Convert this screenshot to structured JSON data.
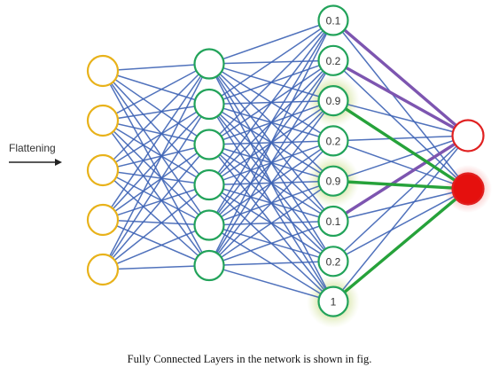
{
  "diagram": {
    "input_label": "Flattening",
    "caption": "Fully Connected Layers in the network is shown in fig.",
    "layers": [
      {
        "name": "input",
        "count": 5,
        "stroke": "#e8b21a",
        "values": []
      },
      {
        "name": "hidden",
        "count": 6,
        "stroke": "#22a35a",
        "values": []
      },
      {
        "name": "fc",
        "count": 8,
        "stroke": "#22a35a",
        "values": [
          "0.1",
          "0.2",
          "0.9",
          "0.2",
          "0.9",
          "0.1",
          "0.2",
          "1"
        ],
        "highlighted": [
          2,
          4,
          7
        ]
      },
      {
        "name": "output",
        "count": 2,
        "stroke": "#e02020",
        "filled": [
          1
        ]
      }
    ],
    "colors": {
      "edge": "#3d63b5",
      "highlight_edge": "#26a23a",
      "purple_edge": "#7d55b0",
      "glow": "#cfe19a",
      "output_fill": "#e5100e"
    },
    "special_edges": [
      {
        "from": 0,
        "to": 0,
        "kind": "purple"
      },
      {
        "from": 1,
        "to": 0,
        "kind": "purple"
      },
      {
        "from": 5,
        "to": 0,
        "kind": "purple"
      },
      {
        "from": 2,
        "to": 1,
        "kind": "green"
      },
      {
        "from": 4,
        "to": 1,
        "kind": "green"
      },
      {
        "from": 7,
        "to": 1,
        "kind": "green"
      }
    ]
  }
}
